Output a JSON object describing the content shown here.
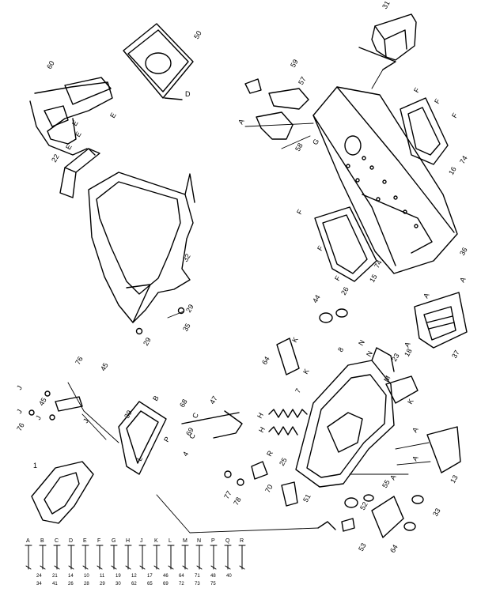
{
  "diagram": {
    "callouts": [
      {
        "id": "c31",
        "text": "31"
      },
      {
        "id": "c50",
        "text": "50"
      },
      {
        "id": "d_lbl",
        "text": "D"
      },
      {
        "id": "c60",
        "text": "60"
      },
      {
        "id": "e1",
        "text": "E"
      },
      {
        "id": "e2",
        "text": "E"
      },
      {
        "id": "e3",
        "text": "E"
      },
      {
        "id": "e4",
        "text": "E"
      },
      {
        "id": "c22",
        "text": "22"
      },
      {
        "id": "c59",
        "text": "59"
      },
      {
        "id": "c57",
        "text": "57"
      },
      {
        "id": "a1",
        "text": "A"
      },
      {
        "id": "c58",
        "text": "58"
      },
      {
        "id": "g1",
        "text": "G"
      },
      {
        "id": "f1",
        "text": "F"
      },
      {
        "id": "f2",
        "text": "F"
      },
      {
        "id": "f3",
        "text": "F"
      },
      {
        "id": "f4",
        "text": "F"
      },
      {
        "id": "f5",
        "text": "F"
      },
      {
        "id": "f6",
        "text": "F"
      },
      {
        "id": "c74a",
        "text": "74"
      },
      {
        "id": "c16",
        "text": "16"
      },
      {
        "id": "c32",
        "text": "32"
      },
      {
        "id": "c74b",
        "text": "74"
      },
      {
        "id": "c15",
        "text": "15"
      },
      {
        "id": "c36a",
        "text": "36"
      },
      {
        "id": "c35",
        "text": "35"
      },
      {
        "id": "c29a",
        "text": "29"
      },
      {
        "id": "c29b",
        "text": "29"
      },
      {
        "id": "c44",
        "text": "44"
      },
      {
        "id": "c26",
        "text": "26"
      },
      {
        "id": "a2",
        "text": "A"
      },
      {
        "id": "a3",
        "text": "A"
      },
      {
        "id": "a4",
        "text": "A"
      },
      {
        "id": "c37",
        "text": "37"
      },
      {
        "id": "c64a",
        "text": "64"
      },
      {
        "id": "k1",
        "text": "K"
      },
      {
        "id": "k2",
        "text": "K"
      },
      {
        "id": "c8",
        "text": "8"
      },
      {
        "id": "n1",
        "text": "N"
      },
      {
        "id": "n2",
        "text": "N"
      },
      {
        "id": "c76a",
        "text": "76"
      },
      {
        "id": "c45a",
        "text": "45"
      },
      {
        "id": "j1",
        "text": "J"
      },
      {
        "id": "j2",
        "text": "J"
      },
      {
        "id": "j3",
        "text": "J"
      },
      {
        "id": "j4",
        "text": "J"
      },
      {
        "id": "c45b",
        "text": "45"
      },
      {
        "id": "c76b",
        "text": "76"
      },
      {
        "id": "c39",
        "text": "39"
      },
      {
        "id": "b1",
        "text": "B"
      },
      {
        "id": "c68",
        "text": "68"
      },
      {
        "id": "c47",
        "text": "47"
      },
      {
        "id": "p1",
        "text": "P"
      },
      {
        "id": "c1",
        "text": "C"
      },
      {
        "id": "c2",
        "text": "C"
      },
      {
        "id": "c4",
        "text": "4"
      },
      {
        "id": "c69",
        "text": "69"
      },
      {
        "id": "l1",
        "text": "L"
      },
      {
        "id": "h1",
        "text": "H"
      },
      {
        "id": "h2",
        "text": "H"
      },
      {
        "id": "c7",
        "text": "7"
      },
      {
        "id": "c25",
        "text": "25"
      },
      {
        "id": "c23",
        "text": "23"
      },
      {
        "id": "c18",
        "text": "18"
      },
      {
        "id": "m1",
        "text": "M"
      },
      {
        "id": "k3",
        "text": "K"
      },
      {
        "id": "a5",
        "text": "A"
      },
      {
        "id": "a6",
        "text": "A"
      },
      {
        "id": "a7",
        "text": "A"
      },
      {
        "id": "c13",
        "text": "13"
      },
      {
        "id": "c1b",
        "text": "1"
      },
      {
        "id": "c77",
        "text": "77"
      },
      {
        "id": "c78",
        "text": "78"
      },
      {
        "id": "c70",
        "text": "70"
      },
      {
        "id": "r1",
        "text": "R"
      },
      {
        "id": "c51",
        "text": "51"
      },
      {
        "id": "c55",
        "text": "55"
      },
      {
        "id": "c52",
        "text": "52"
      },
      {
        "id": "c33",
        "text": "33"
      },
      {
        "id": "c53",
        "text": "53"
      },
      {
        "id": "c64b",
        "text": "64"
      }
    ],
    "key_row": {
      "letters": [
        "A",
        "B",
        "C",
        "D",
        "E",
        "F",
        "G",
        "H",
        "J",
        "K",
        "L",
        "M",
        "N",
        "P",
        "Q",
        "R"
      ],
      "small_numbers": [
        "24",
        "21",
        "14",
        "10",
        "11",
        "19",
        "12",
        "17",
        "46",
        "64",
        "71",
        "48",
        "40",
        "34",
        "41",
        "26",
        "28",
        "29",
        "30",
        "62",
        "65",
        "69",
        "72",
        "73",
        "75"
      ]
    }
  }
}
